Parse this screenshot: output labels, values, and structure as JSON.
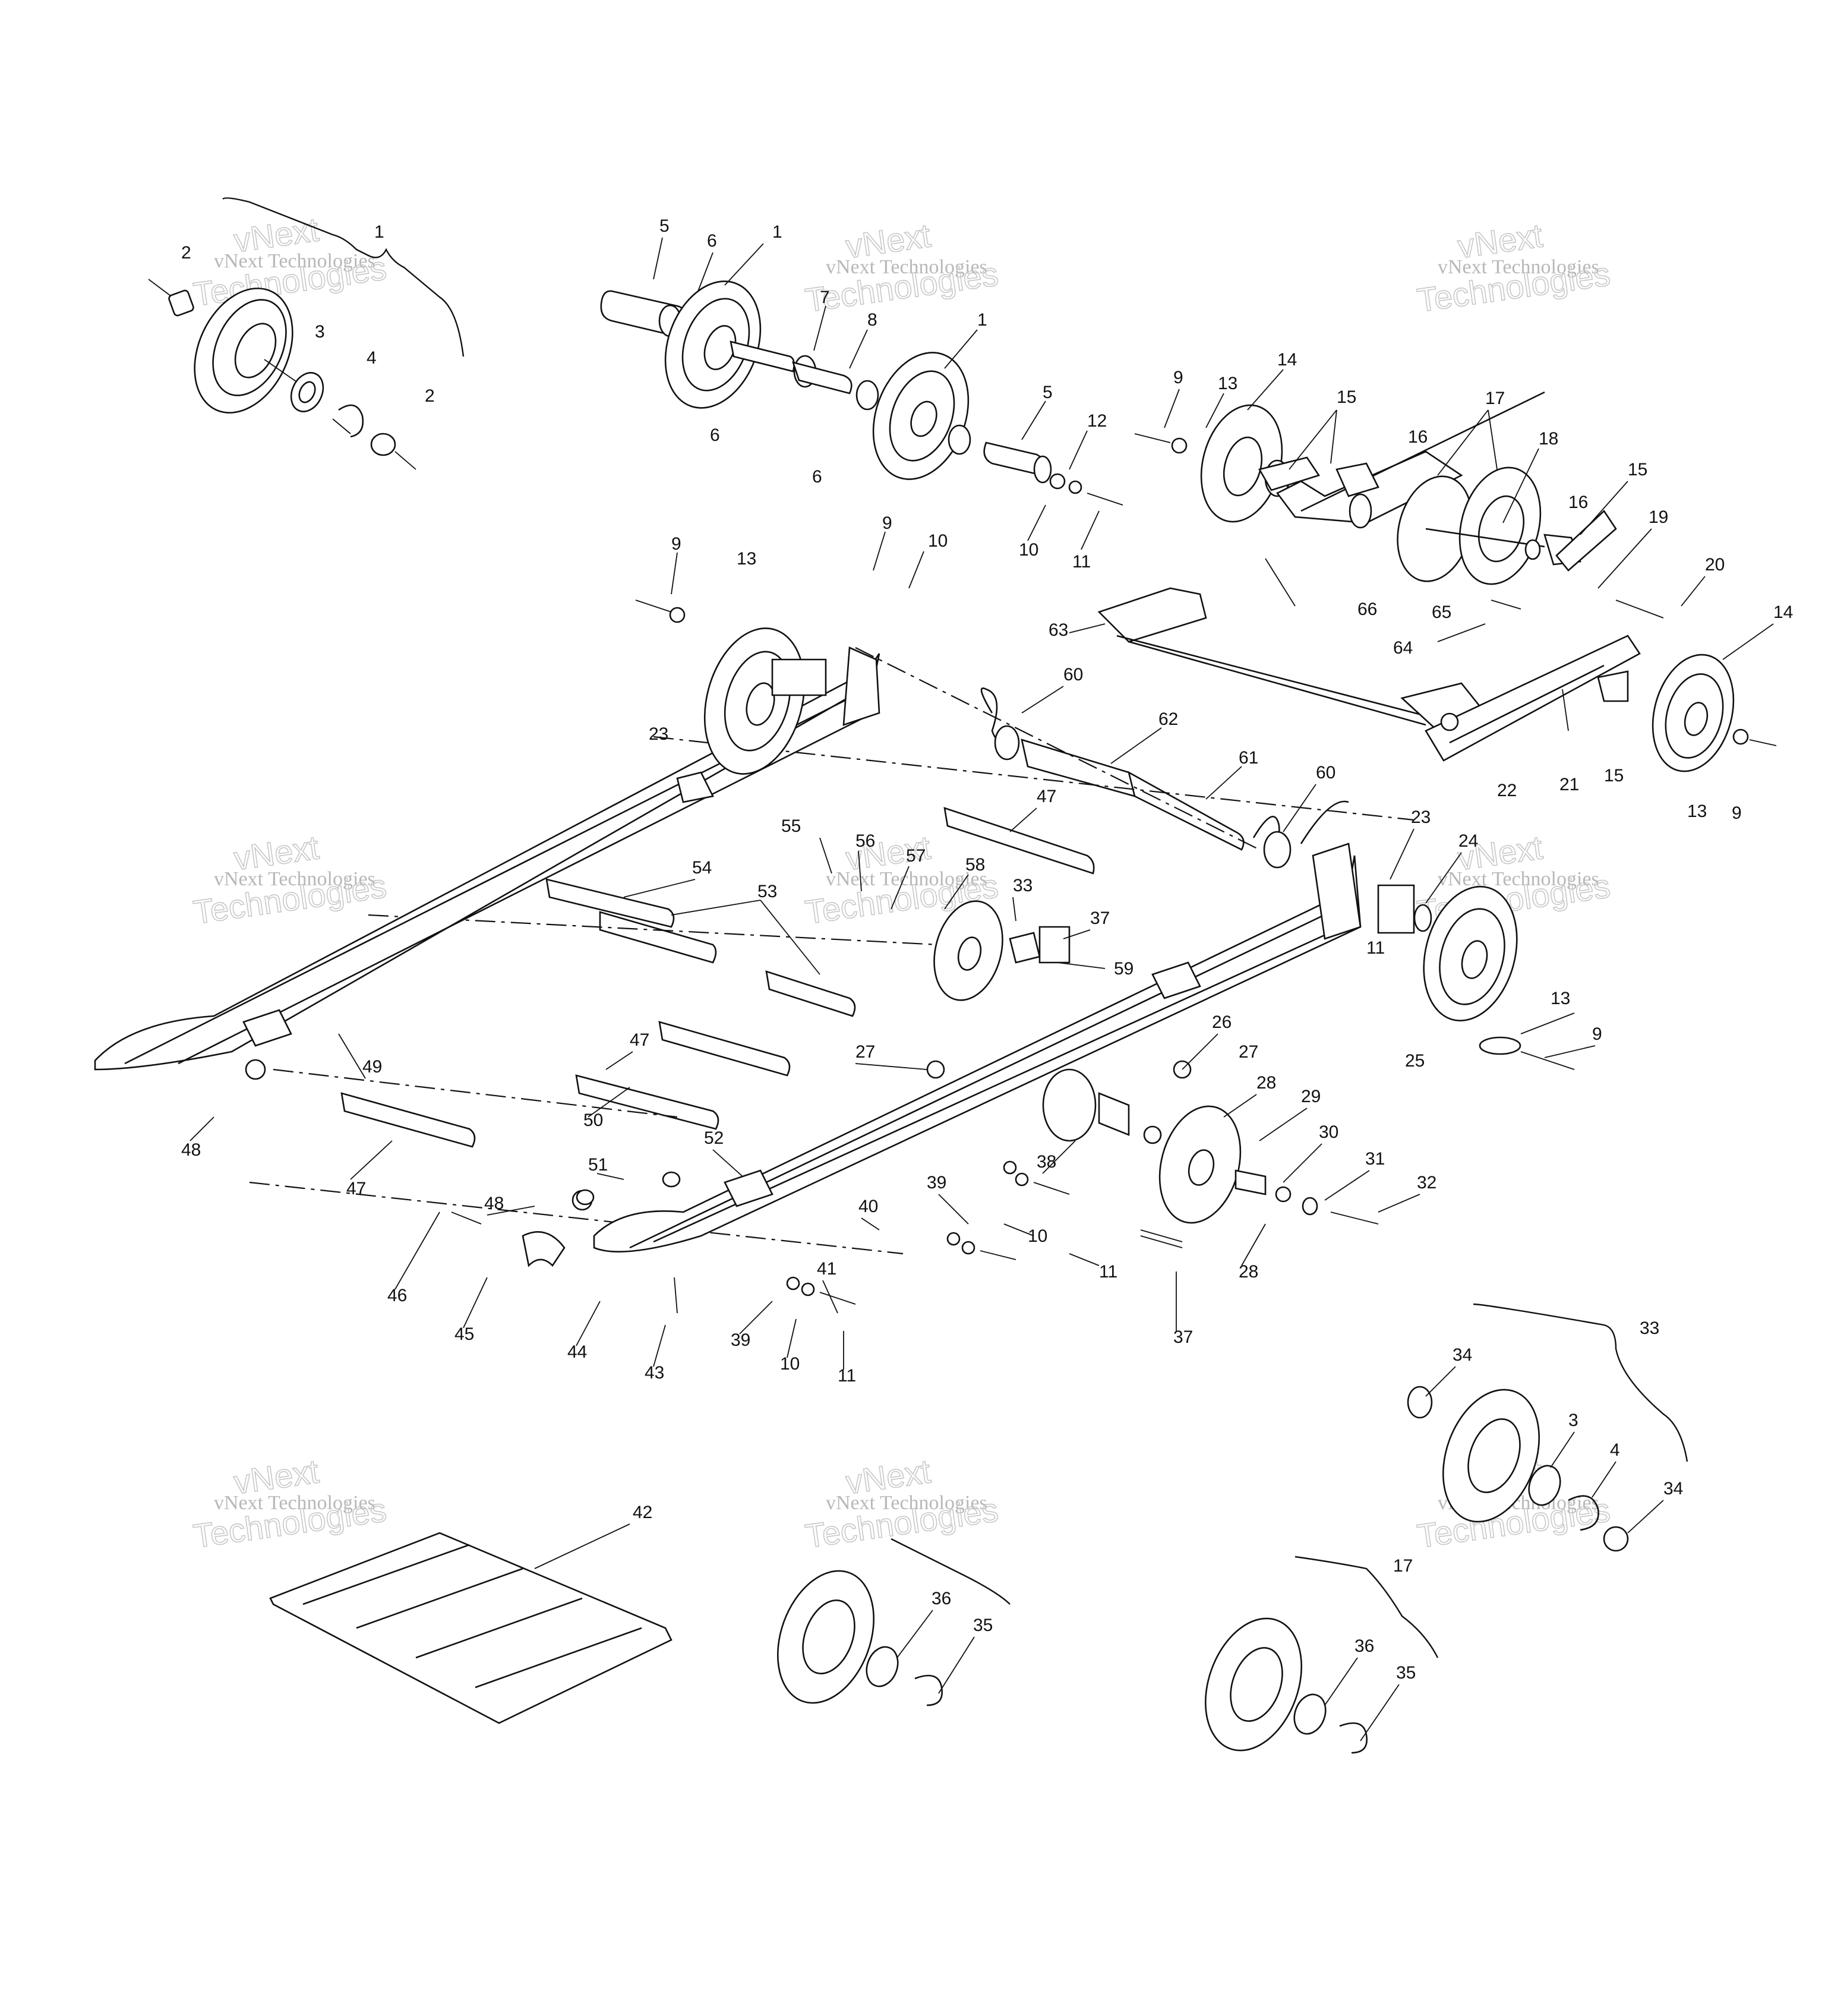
{
  "watermarks": [
    {
      "small": "vNext Technologies",
      "big1": "vNext",
      "big2": "Technologies"
    },
    {
      "small": "vNext Technologies",
      "big1": "vNext",
      "big2": "Technologies"
    },
    {
      "small": "vNext Technologies",
      "big1": "vNext",
      "big2": "Technologies"
    },
    {
      "small": "vNext Technologies",
      "big1": "vNext",
      "big2": "Technologies"
    },
    {
      "small": "vNext Technologies",
      "big1": "vNext",
      "big2": "Technologies"
    },
    {
      "small": "vNext Technologies",
      "big1": "vNext",
      "big2": "Technologies"
    },
    {
      "small": "vNext Technologies",
      "big1": "vNext",
      "big2": "Technologies"
    },
    {
      "small": "vNext Technologies",
      "big1": "vNext",
      "big2": "Technologies"
    },
    {
      "small": "vNext Technologies",
      "big1": "vNext",
      "big2": "Technologies"
    }
  ],
  "callouts": [
    "1",
    "2",
    "3",
    "4",
    "2",
    "5",
    "6",
    "1",
    "7",
    "8",
    "6",
    "1",
    "6",
    "5",
    "12",
    "10",
    "11",
    "9",
    "13",
    "14",
    "15",
    "16",
    "17",
    "18",
    "15",
    "16",
    "19",
    "20",
    "14",
    "66",
    "65",
    "64",
    "63",
    "9",
    "13",
    "9",
    "10",
    "23",
    "60",
    "62",
    "61",
    "60",
    "22",
    "21",
    "15",
    "13",
    "9",
    "47",
    "55",
    "56",
    "57",
    "58",
    "33",
    "37",
    "59",
    "23",
    "24",
    "11",
    "25",
    "13",
    "9",
    "54",
    "53",
    "49",
    "48",
    "47",
    "50",
    "47",
    "27",
    "26",
    "27",
    "28",
    "29",
    "30",
    "31",
    "32",
    "38",
    "39",
    "10",
    "11",
    "40",
    "37",
    "28",
    "52",
    "51",
    "48",
    "46",
    "45",
    "44",
    "41",
    "43",
    "39",
    "10",
    "11",
    "33",
    "34",
    "3",
    "4",
    "34",
    "42",
    "36",
    "35",
    "17",
    "36",
    "35"
  ]
}
